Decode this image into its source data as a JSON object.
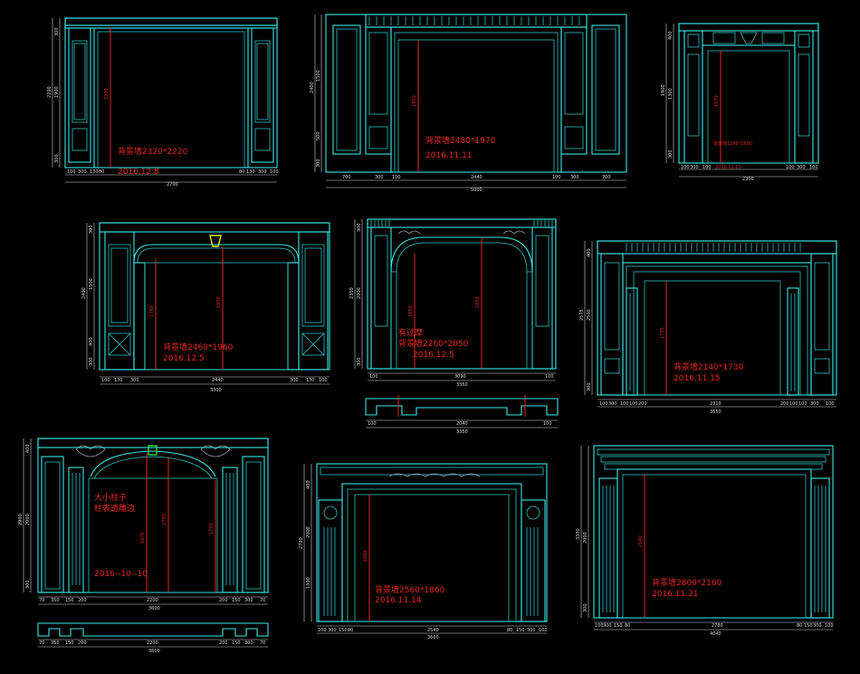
{
  "panels": [
    {
      "id": "p1",
      "label": "背景墙2320*2220",
      "date": "2016.12.8",
      "opening": "2200",
      "dims_h": [
        "100",
        "300",
        "130",
        "80",
        "80",
        "130",
        "300",
        "100"
      ],
      "overall": "2700",
      "dims_v": [
        "300",
        "1900",
        "300"
      ],
      "total_h": "2200"
    },
    {
      "id": "p2",
      "label": "背景墙2480*1970",
      "date": "2016.11.11",
      "opening": "1950",
      "dims_h": [
        "700",
        "300",
        "100",
        "2440",
        "100",
        "300",
        "700"
      ],
      "overall": "5000",
      "dims_v": [
        "1500",
        "500",
        "300"
      ],
      "total_h": "2400"
    },
    {
      "id": "p3",
      "label": "背景墙1260*1690",
      "date": "2016.11.11",
      "opening": "1670",
      "dims_h": [
        "100",
        "300",
        "100",
        "2016.11.11",
        "100",
        "300",
        "100"
      ],
      "overall": "2300",
      "dims_v": [
        "400",
        "1300",
        "300"
      ],
      "total_h": "1900"
    },
    {
      "id": "p4",
      "label": "背景墙2460*1960",
      "date": "2016.12.5",
      "opening": "1950",
      "inner": "1780",
      "dims_h": [
        "100",
        "130",
        "300",
        "2440",
        "300",
        "130",
        "100"
      ],
      "overall": "3300",
      "dims_v": [
        "300",
        "1500",
        "400",
        "300"
      ],
      "total_h": "2400"
    },
    {
      "id": "p5",
      "label": "背景墙2260*2050",
      "note": "有过摩",
      "date": "2016.12.5",
      "opening": "1850",
      "inner": "1650",
      "dims_h": [
        "100",
        "3090",
        "100"
      ],
      "overall": "3350",
      "plan_dims": [
        "100",
        "2040",
        "100"
      ],
      "plan_overall": "3350",
      "dims_v": [
        "300",
        "2000",
        "300"
      ],
      "total_h": "2350"
    },
    {
      "id": "p6",
      "label": "背景墙2140*1730",
      "date": "2016.11.15",
      "opening": "1735",
      "dims_h": [
        "100",
        "300",
        "100",
        "100",
        "200",
        "2310",
        "200",
        "100",
        "100",
        "300",
        "100"
      ],
      "overall": "3550",
      "dims_v": [
        "400",
        "2500",
        "300"
      ],
      "total_h": "2575"
    },
    {
      "id": "p7",
      "label": "大小柱子\n柱表透雕边",
      "date": "2016--10--10",
      "opening": "2790",
      "inner": "1670",
      "side": "1750",
      "dims_h": [
        "70",
        "350",
        "150",
        "200",
        "2200",
        "200",
        "150",
        "300",
        "70"
      ],
      "overall": "3600",
      "plan_dims": [
        "70",
        "350",
        "150",
        "200",
        "2200",
        "200",
        "150",
        "300",
        "70"
      ],
      "plan_overall": "3600",
      "dims_v": [
        "400",
        "2000",
        "300"
      ],
      "total_h": "2900"
    },
    {
      "id": "p8",
      "label": "背景墙2560*1860",
      "date": "2016.11.14",
      "opening": "1860",
      "dims_h": [
        "100",
        "300",
        "150",
        "80",
        "2540",
        "80",
        "150",
        "300",
        "100"
      ],
      "overall": "3600",
      "dims_v": [
        "400",
        "2000",
        "1300"
      ],
      "total_h": "2700"
    },
    {
      "id": "p9",
      "label": "背景墙2800*2160",
      "date": "2016.11.21",
      "opening": "2140",
      "dims_h": [
        "100",
        "300",
        "150",
        "80",
        "2780",
        "80",
        "150",
        "300",
        "100"
      ],
      "overall": "4040",
      "dims_v": [
        "2000",
        "300"
      ],
      "total_h": "3330"
    }
  ],
  "colors": {
    "line": "#39e6e6",
    "dim": "#d8d8d8",
    "label": "#e0261f",
    "bg": "#000000"
  }
}
